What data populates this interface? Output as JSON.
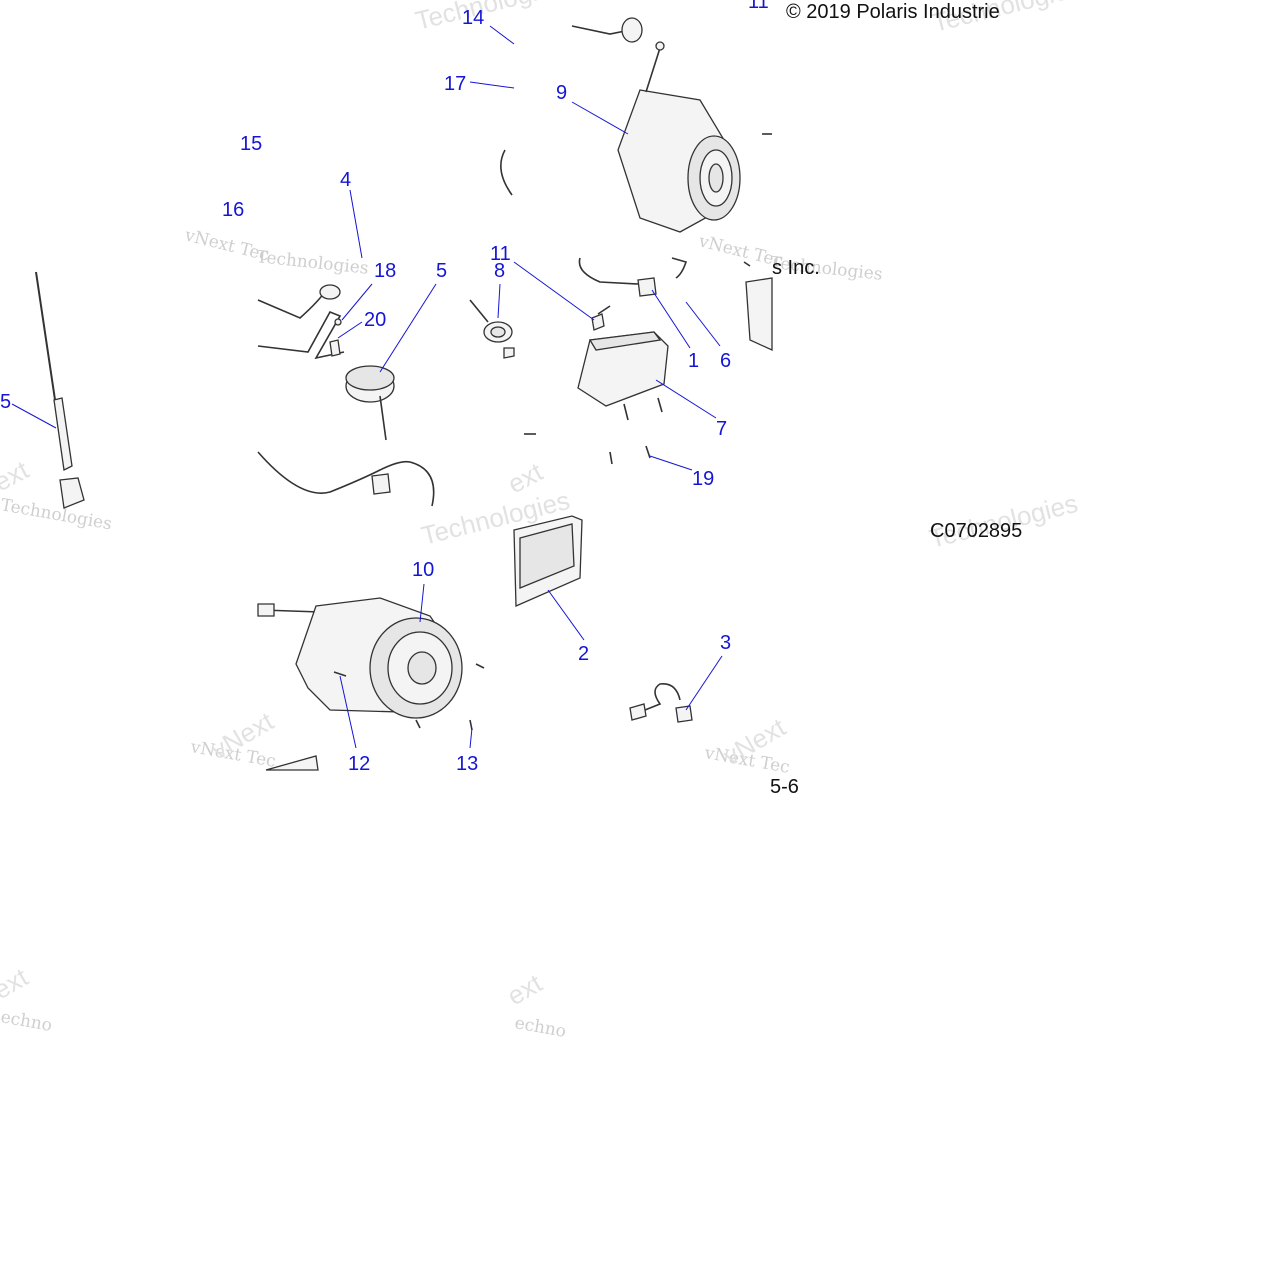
{
  "copyright": "© 2019 Polaris Industrie",
  "copyright_fragment": "s Inc.",
  "diagram_code": "C0702895",
  "page_ref_fragment": "5-6",
  "watermark": {
    "brand": "vNext",
    "word": "Technologies",
    "line1": "vNext Tec",
    "line2": "Technologies",
    "frag1": "ext",
    "frag2": "echno"
  },
  "callouts": {
    "c1": "1",
    "c2": "2",
    "c3": "3",
    "c4": "4",
    "c5": "5",
    "c6": "6",
    "c7": "7",
    "c8": "8",
    "c9": "9",
    "c10": "10",
    "c11": "11",
    "c11b": "11",
    "c12": "12",
    "c13": "13",
    "c14": "14",
    "c15": "15",
    "c15b": "5",
    "c16": "16",
    "c17": "17",
    "c18": "18",
    "c19": "19",
    "c20": "20"
  },
  "colors": {
    "callout": "#1515d6",
    "watermark": "#cfcfcf",
    "line": "#333333"
  }
}
